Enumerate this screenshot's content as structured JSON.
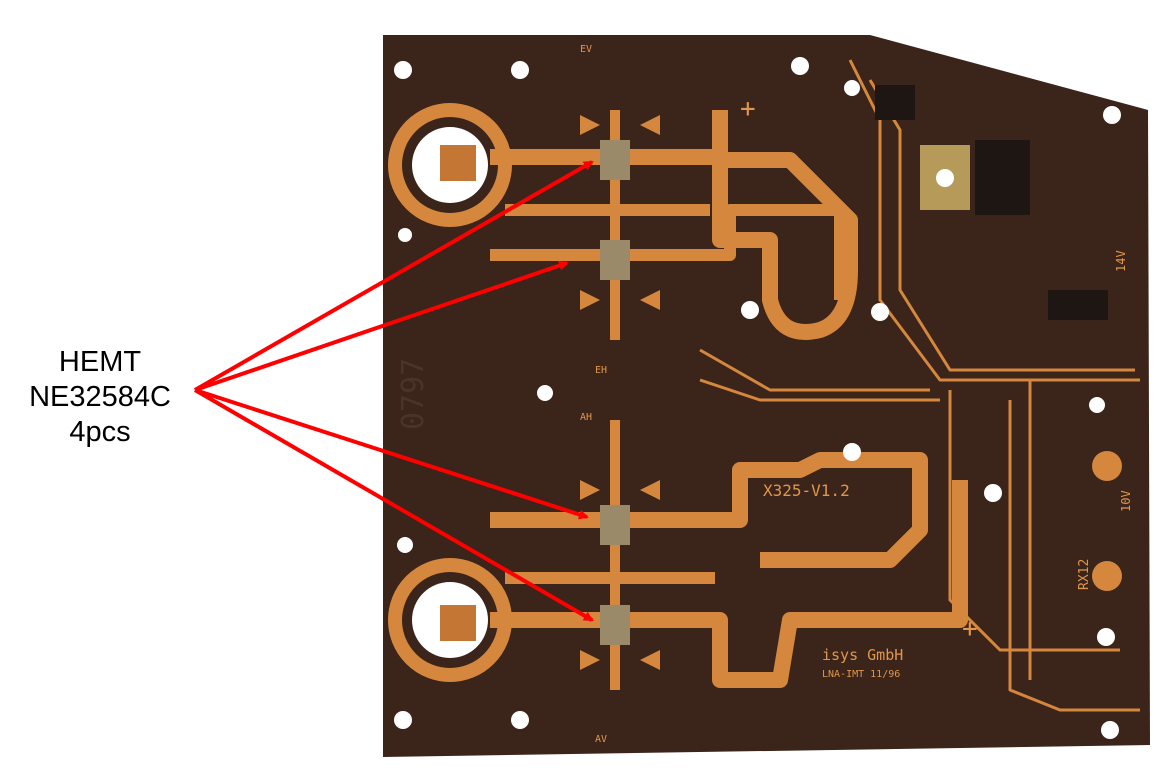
{
  "annotation": {
    "lines": [
      "HEMT",
      "NE32584C",
      "4pcs"
    ],
    "arrow_color": "#ff0000"
  },
  "board": {
    "silkscreen": {
      "version": "X325-V1.2",
      "maker": "isys GmbH",
      "project": "LNA-IMT 11/96",
      "v14": "14V",
      "v10": "10V",
      "rx": "RX12",
      "ev": "EV",
      "eh": "EH",
      "ah": "AH",
      "av": "AV",
      "serial": "0797"
    },
    "colors": {
      "substrate": "#3b2419",
      "copper": "#d6873e"
    }
  }
}
